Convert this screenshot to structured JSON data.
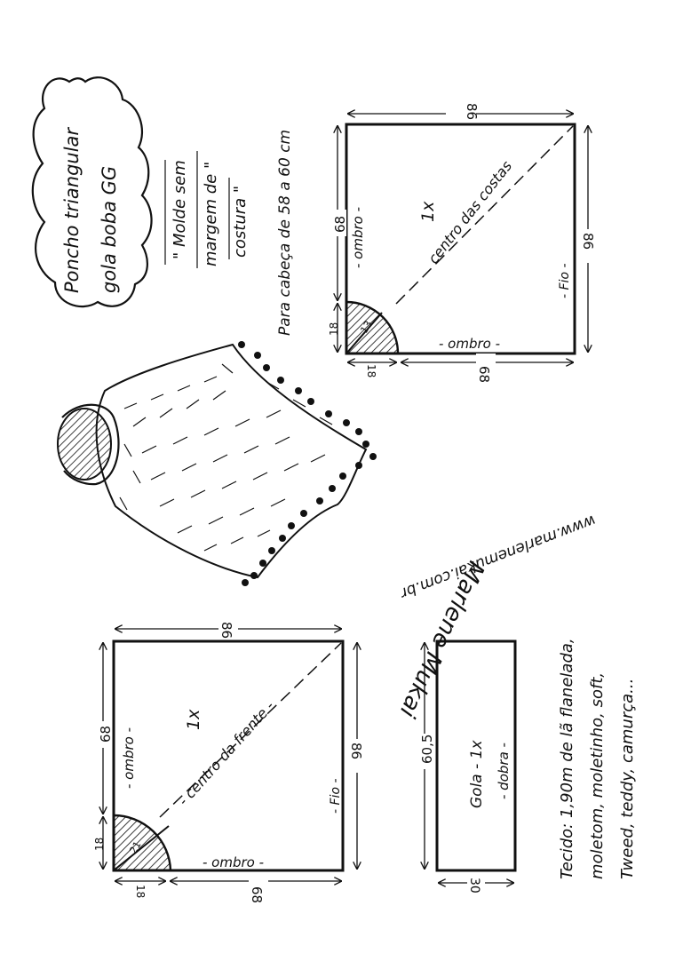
{
  "title_cloud": {
    "line1": "Poncho triangular",
    "line2": "gola boba GG"
  },
  "note_molde": {
    "line1": "\" Molde sem",
    "line2": "margem de \"",
    "line3": "costura \""
  },
  "note_cabeca": "Para cabeça de 58 a 60 cm",
  "website": "www.marlenemukai.com.br",
  "signature": "Marlene Mukai",
  "back_piece": {
    "top_dim": "86",
    "right_dim": "86",
    "left_dim": "68",
    "bottom_dim": "68",
    "neck_dim_left": "18",
    "neck_dim_bottom": "18",
    "radius_label": "13",
    "count": "1x",
    "center_label": "centro das costas",
    "shoulder_left": "- ombro -",
    "shoulder_bottom": "- ombro -",
    "grain": "- Fio -"
  },
  "front_piece": {
    "top_dim": "86",
    "right_dim": "86",
    "left_dim": "68",
    "bottom_dim": "68",
    "neck_dim_left": "18",
    "neck_dim_bottom": "18",
    "radius_label": "21",
    "count": "1x",
    "center_label": "- centro da frente -",
    "shoulder_left": "- ombro -",
    "shoulder_bottom": "- ombro -",
    "grain": "- Fio -"
  },
  "collar_piece": {
    "height_dim": "60,5",
    "width_dim": "30",
    "label": "Gola - 1x",
    "fold": "- dobra -"
  },
  "fabric_note": {
    "line1": "Tecido: 1,90m de lã flanelada,",
    "line2": "moletom, moletinho, soft,",
    "line3": "Tweed, teddy, camurça..."
  },
  "colors": {
    "ink": "#111111",
    "paper": "#ffffff"
  }
}
